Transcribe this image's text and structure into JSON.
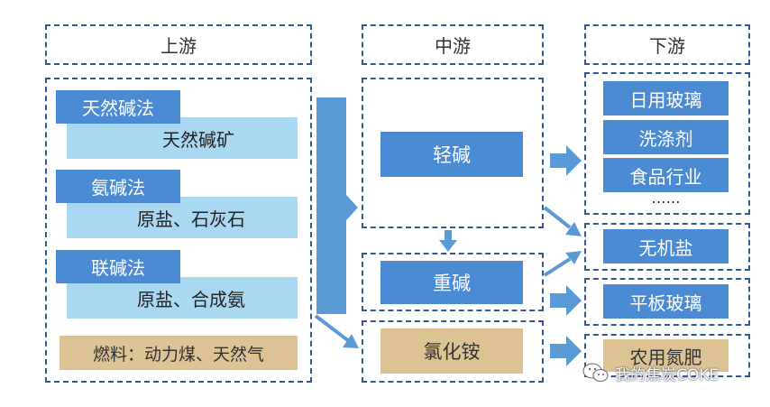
{
  "headers": {
    "upstream": "上游",
    "midstream": "中游",
    "downstream": "下游"
  },
  "upstream": {
    "methods": [
      {
        "method": "天然碱法",
        "material": "天然碱矿"
      },
      {
        "method": "氨碱法",
        "material": "原盐、石灰石"
      },
      {
        "method": "联碱法",
        "material": "原盐、合成氨"
      }
    ],
    "fuel": "燃料：动力煤、天然气"
  },
  "midstream": {
    "light_soda": "轻碱",
    "heavy_soda": "重碱",
    "ammonium_chloride": "氯化铵"
  },
  "downstream": {
    "group1": [
      "日用玻璃",
      "洗涤剂",
      "食品行业"
    ],
    "ellipsis": "……",
    "inorganic_salt": "无机盐",
    "flat_glass": "平板玻璃",
    "fertilizer": "农用氮肥"
  },
  "watermark": {
    "text": "我的焦炭COKE",
    "icon": "wechat-icon"
  },
  "colors": {
    "dashed_border": "#2f5a94",
    "dark_blue_box": "#4a8bd3",
    "light_blue_box": "#a8d8f2",
    "tan_box": "#ddc293",
    "arrow": "#5b9bd5"
  }
}
